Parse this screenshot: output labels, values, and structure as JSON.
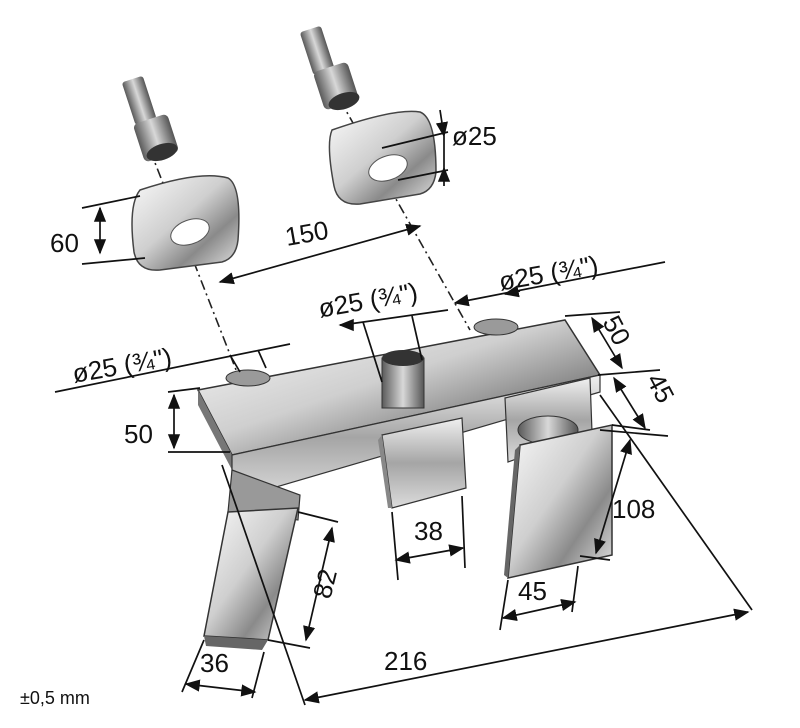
{
  "dimensions": {
    "escutcheon_height": "60",
    "pipe_diameter_top": "ø25",
    "center_spacing": "150",
    "inlet_right": "ø25 (¾\")",
    "inlet_middle": "ø25 (¾\")",
    "inlet_left": "ø25 (¾\")",
    "body_depth": "50",
    "body_height": "50",
    "handle_depth": "45",
    "diverter_width": "38",
    "handle_height": "108",
    "spout_height": "82",
    "handle_width": "45",
    "spout_width": "36",
    "total_length": "216"
  },
  "tolerance": "±0,5 mm",
  "colors": {
    "line": "#111111",
    "chrome_dark": "#6e6e6e",
    "chrome_light": "#f4f4f4",
    "chrome_mid": "#bdbdbd"
  }
}
